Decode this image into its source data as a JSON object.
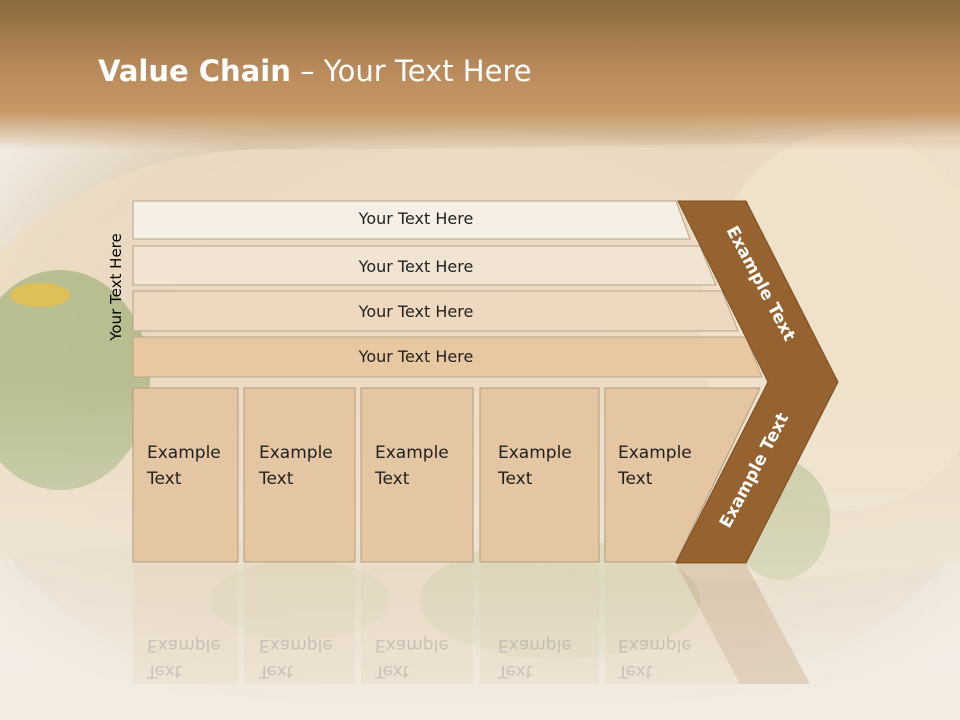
{
  "title": {
    "bold": "Value Chain",
    "rest": " – Your Text Here"
  },
  "side_label": "Your Text Here",
  "rows": [
    {
      "label": "Your Text Here"
    },
    {
      "label": "Your Text Here"
    },
    {
      "label": "Your Text Here"
    },
    {
      "label": "Your Text Here"
    }
  ],
  "boxes": [
    {
      "line1": "Example",
      "line2": "Text"
    },
    {
      "line1": "Example",
      "line2": "Text"
    },
    {
      "line1": "Example",
      "line2": "Text"
    },
    {
      "line1": "Example",
      "line2": "Text"
    },
    {
      "line1": "Example",
      "line2": "Text"
    }
  ],
  "arrow_top_label": "Example Text",
  "arrow_bottom_label": "Example Text",
  "colors": {
    "arrow": "#96622f",
    "box": "#e4c6a3",
    "row1": "#f6efe6",
    "row2": "#f2e4d2",
    "row3": "#eed9c0",
    "row4": "#e8c8a1"
  }
}
